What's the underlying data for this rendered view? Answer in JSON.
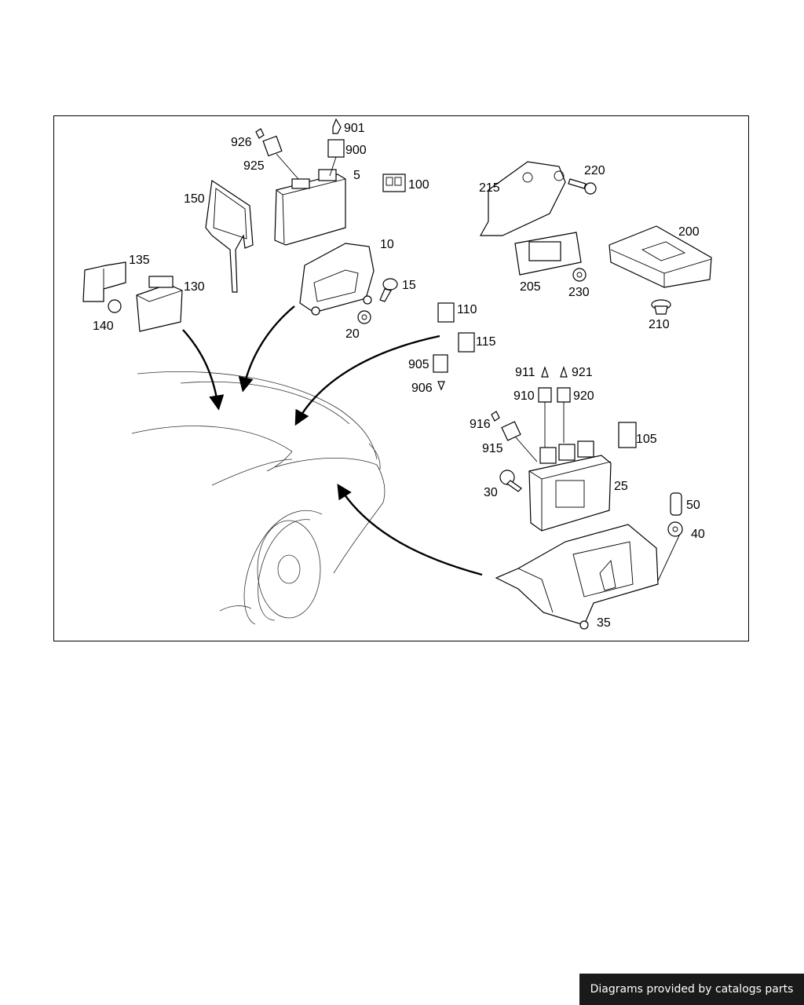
{
  "callouts": {
    "c5": "5",
    "c10": "10",
    "c15": "15",
    "c20": "20",
    "c25": "25",
    "c30": "30",
    "c35": "35",
    "c40": "40",
    "c50": "50",
    "c100": "100",
    "c105": "105",
    "c110": "110",
    "c115": "115",
    "c130": "130",
    "c135": "135",
    "c140": "140",
    "c150": "150",
    "c200": "200",
    "c205": "205",
    "c210": "210",
    "c215": "215",
    "c220": "220",
    "c230": "230",
    "c900": "900",
    "c901": "901",
    "c905": "905",
    "c906": "906",
    "c910": "910",
    "c911": "911",
    "c915": "915",
    "c916": "916",
    "c920": "920",
    "c921": "921",
    "c925": "925",
    "c926": "926"
  },
  "footer": {
    "text": "Diagrams provided by catalogs parts"
  },
  "colors": {
    "ink": "#000000",
    "paper": "#ffffff",
    "footer_bg": "#1a1a1a"
  }
}
